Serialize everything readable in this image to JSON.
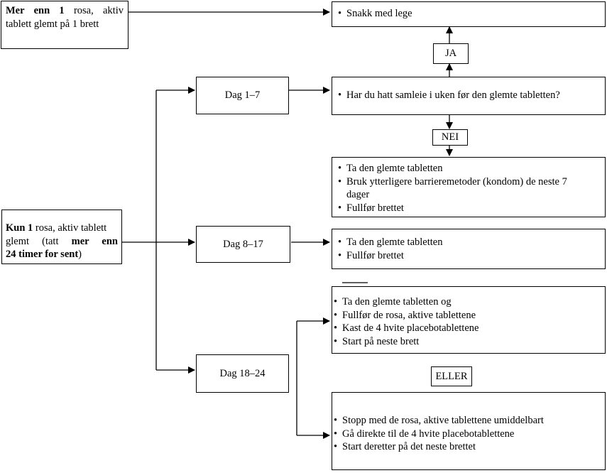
{
  "top_left_box": {
    "bold1": "Mer enn 1",
    "rest1": " rosa, aktiv",
    "line2": "tablett glemt på 1 brett"
  },
  "doctor_box": {
    "items": [
      "Snakk med lege"
    ]
  },
  "ja_label": "JA",
  "nei_label": "NEI",
  "eller_label": "ELLER",
  "kun_box": {
    "bold1": "Kun 1",
    "rest1": " rosa, aktiv tablett",
    "line2a": "glemt (tatt ",
    "bold2": "mer enn",
    "bold3": "24 timer for sent",
    "tail3": ")"
  },
  "day_boxes": {
    "d1_7": "Dag 1–7",
    "d8_17": "Dag 8–17",
    "d18_24": "Dag 18–24"
  },
  "question_box": {
    "items": [
      "Har du hatt samleie i uken før den glemte tabletten?"
    ]
  },
  "nei_action_box": {
    "items": [
      "Ta den glemte tabletten",
      "Bruk ytterligere barrieremetoder (kondom) de neste 7 dager",
      "Fullfør brettet"
    ]
  },
  "d8_action_box": {
    "items": [
      "Ta den glemte tabletten",
      "Fullfør brettet"
    ]
  },
  "option1_box": {
    "items": [
      "Ta den glemte tabletten og",
      "Fullfør de rosa, aktive tablettene",
      "Kast de 4 hvite placebotablettene",
      "Start på neste brett"
    ]
  },
  "option2_box": {
    "items": [
      "Stopp med de rosa, aktive tablettene umiddelbart",
      "Gå direkte til de 4 hvite placebotablettene",
      "Start deretter på det neste brettet"
    ]
  }
}
